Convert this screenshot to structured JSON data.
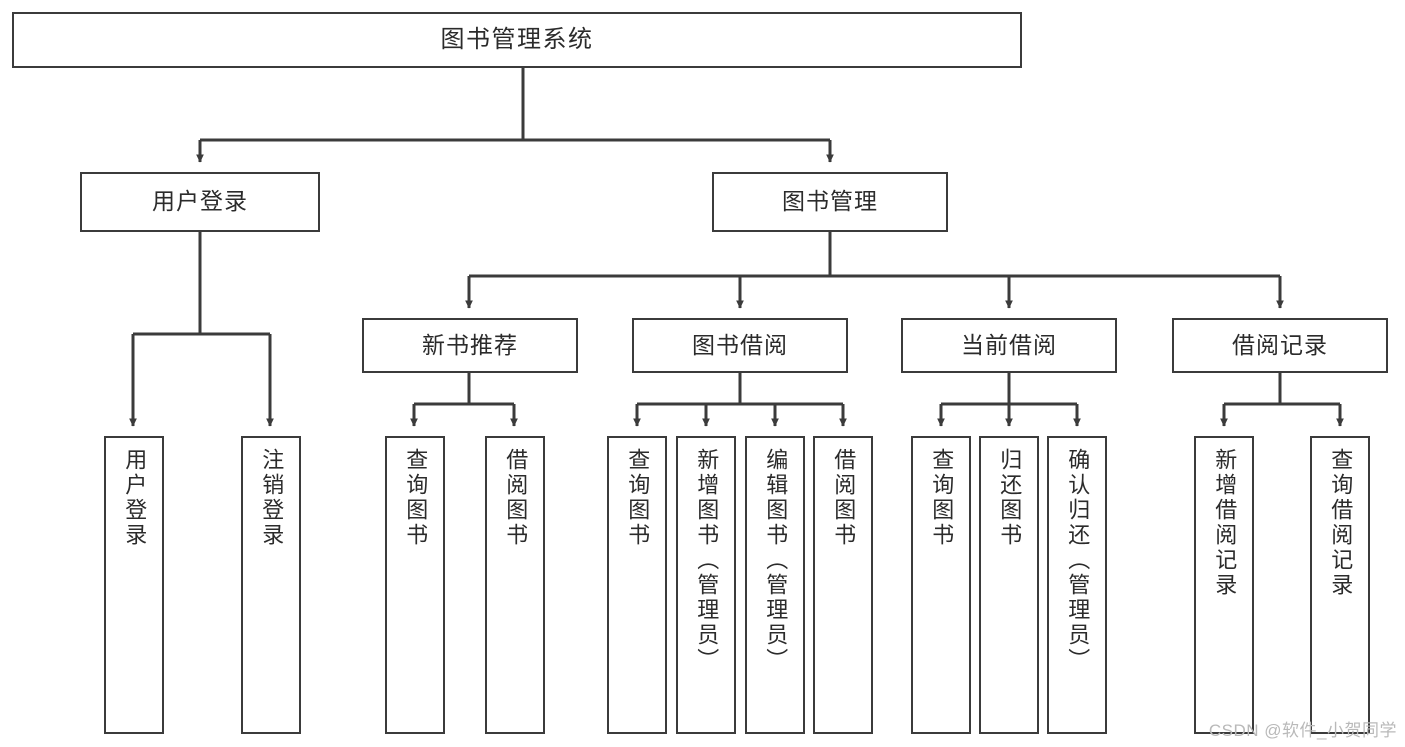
{
  "diagram": {
    "type": "tree-hierarchy-flowchart",
    "title": "图书管理系统",
    "watermark": "CSDN @软件_小贺同学",
    "colors": {
      "background": "#ffffff",
      "stroke": "#3b3b3b",
      "text": "#2b2b2b",
      "watermark": "#b9b9b9"
    },
    "levels": {
      "root": {
        "label": "图书管理系统"
      },
      "level2": [
        {
          "id": "user-login",
          "label": "用户登录"
        },
        {
          "id": "book-management",
          "label": "图书管理"
        }
      ],
      "level3": [
        {
          "id": "new-book-recommend",
          "label": "新书推荐",
          "parent": "book-management"
        },
        {
          "id": "book-borrow",
          "label": "图书借阅",
          "parent": "book-management"
        },
        {
          "id": "current-borrow",
          "label": "当前借阅",
          "parent": "book-management"
        },
        {
          "id": "borrow-record",
          "label": "借阅记录",
          "parent": "book-management"
        }
      ],
      "leaves": [
        {
          "id": "leaf-user-login",
          "label": "用户登录",
          "parent": "user-login"
        },
        {
          "id": "leaf-logout-login",
          "label": "注销登录",
          "parent": "user-login"
        },
        {
          "id": "leaf-query-book-1",
          "label": "查询图书",
          "parent": "new-book-recommend"
        },
        {
          "id": "leaf-borrow-book-1",
          "label": "借阅图书",
          "parent": "new-book-recommend"
        },
        {
          "id": "leaf-query-book-2",
          "label": "查询图书",
          "parent": "book-borrow"
        },
        {
          "id": "leaf-add-book",
          "label": "新增图书（管理员）",
          "parent": "book-borrow"
        },
        {
          "id": "leaf-edit-book",
          "label": "编辑图书（管理员）",
          "parent": "book-borrow"
        },
        {
          "id": "leaf-borrow-book-2",
          "label": "借阅图书",
          "parent": "book-borrow"
        },
        {
          "id": "leaf-query-book-3",
          "label": "查询图书",
          "parent": "current-borrow"
        },
        {
          "id": "leaf-return-book",
          "label": "归还图书",
          "parent": "current-borrow"
        },
        {
          "id": "leaf-confirm-return",
          "label": "确认归还（管理员）",
          "parent": "current-borrow"
        },
        {
          "id": "leaf-add-record",
          "label": "新增借阅记录",
          "parent": "borrow-record"
        },
        {
          "id": "leaf-query-record",
          "label": "查询借阅记录",
          "parent": "borrow-record"
        }
      ]
    }
  }
}
